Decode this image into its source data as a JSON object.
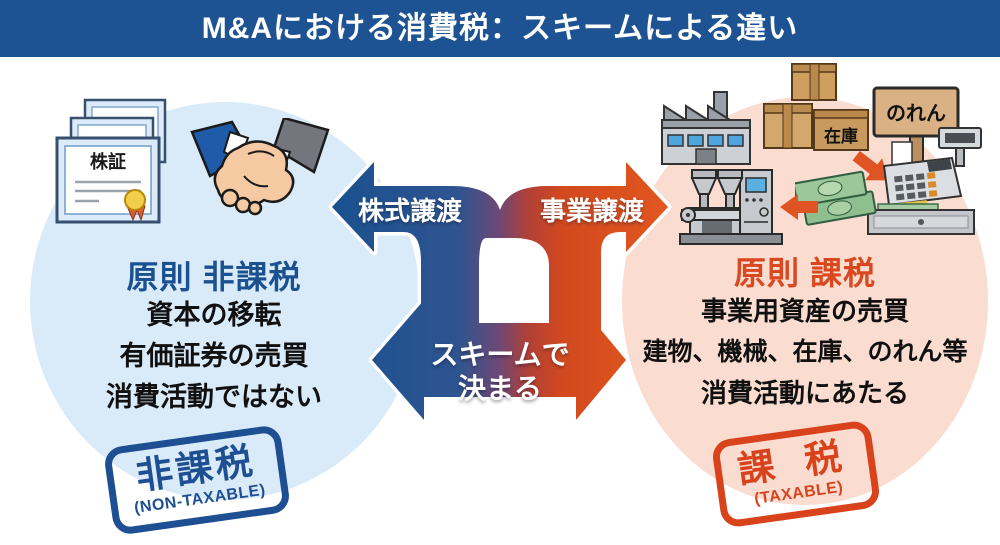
{
  "title": "M&Aにおける消費税：スキームによる違い",
  "center": {
    "left_arrow_label": "株式譲渡",
    "right_arrow_label": "事業譲渡",
    "bottom_arrow_line1": "スキームで",
    "bottom_arrow_line2": "決まる"
  },
  "left": {
    "heading": "原則 非課税",
    "lines": [
      "資本の移転",
      "有価証券の売買",
      "消費活動ではない"
    ],
    "certificate_label": "株証",
    "stamp_main": "非課税",
    "stamp_sub": "(NON-TAXABLE)"
  },
  "right": {
    "heading": "原則 課税",
    "lines": [
      "事業用資産の売買",
      "建物、機械、在庫、のれん等",
      "消費活動にあたる"
    ],
    "inventory_label": "在庫",
    "goodwill_label": "のれん",
    "stamp_main": "課 税",
    "stamp_sub": "(TAXABLE)"
  },
  "icons": {
    "left": [
      "stock-certificates-icon",
      "handshake-icon"
    ],
    "right": [
      "factory-icon",
      "inventory-boxes-icon",
      "goodwill-sign-icon",
      "cash-register-icon",
      "money-bills-icon",
      "machine-icon"
    ]
  },
  "colors": {
    "title_bar": "#1e5393",
    "left_circle": "#d9eaf8",
    "right_circle": "#fadcd0",
    "blue_accent": "#1b5191",
    "red_accent": "#d9481f",
    "arrow_blue": "#19518f",
    "arrow_red": "#e2571e"
  }
}
